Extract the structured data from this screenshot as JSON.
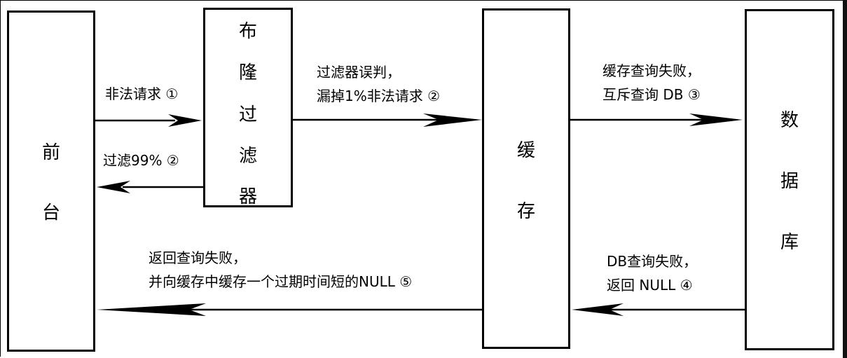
{
  "diagram": {
    "nodes": [
      {
        "id": "frontend",
        "label_chars": [
          "前",
          "台"
        ]
      },
      {
        "id": "bloom_filter",
        "label_chars": [
          "布",
          "隆",
          "过",
          "滤",
          "器"
        ]
      },
      {
        "id": "cache",
        "label_chars": [
          "缓",
          "存"
        ]
      },
      {
        "id": "database",
        "label_chars": [
          "数",
          "据",
          "库"
        ]
      }
    ],
    "edges": [
      {
        "from": "frontend",
        "to": "bloom_filter",
        "lines": [
          "非法请求 ①"
        ]
      },
      {
        "from": "bloom_filter",
        "to": "frontend",
        "lines": [
          "过滤99% ②"
        ]
      },
      {
        "from": "bloom_filter",
        "to": "cache",
        "lines": [
          "过滤器误判，",
          "漏掉1%非法请求 ②"
        ]
      },
      {
        "from": "cache",
        "to": "database",
        "lines": [
          "缓存查询失败，",
          "互斥查询 DB ③"
        ]
      },
      {
        "from": "database",
        "to": "cache",
        "lines": [
          "DB查询失败，",
          "返回 NULL ④"
        ]
      },
      {
        "from": "cache",
        "to": "frontend",
        "lines": [
          "返回查询失败，",
          "并向缓存中缓存一个过期时间短的NULL ⑤"
        ]
      }
    ],
    "colors": {
      "stroke": "#000000",
      "background": "#ffffff"
    }
  }
}
